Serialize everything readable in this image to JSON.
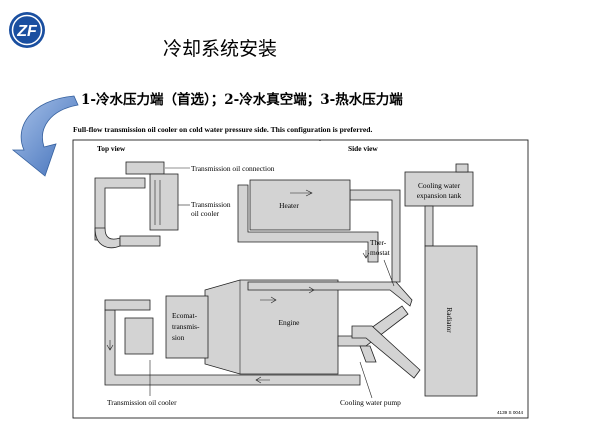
{
  "logo": {
    "text": "ZF",
    "color": "#1a4fa0"
  },
  "slide": {
    "title": "冷却系统安装",
    "subtitle": "1-冷水压力端（首选）；2-冷水真空端；3-热水压力端"
  },
  "figure": {
    "caption": "Full-flow transmission oil cooler on cold water pressure side. This configuration is preferred.",
    "top_view": "Top view",
    "side_view": "Side view",
    "labels": {
      "oil_connection": "Transmission oil connection",
      "oil_cooler_top_1": "Transmission",
      "oil_cooler_top_2": "oil cooler",
      "heater": "Heater",
      "expansion_1": "Cooling water",
      "expansion_2": "expansion tank",
      "thermostat_1": "Ther-",
      "thermostat_2": "mostat",
      "ecomat_1": "Ecomat-",
      "ecomat_2": "transmis-",
      "ecomat_3": "sion",
      "engine": "Engine",
      "radiator": "Radiator",
      "oil_cooler_bottom": "Transmission oil cooler",
      "pump": "Cooling water pump",
      "fig_number": "4139 S 0044"
    }
  },
  "colors": {
    "arrow": "#4a78c2",
    "component": "#d3d3d3"
  },
  "icons": [
    "zf-logo-icon",
    "curved-arrow-icon"
  ]
}
